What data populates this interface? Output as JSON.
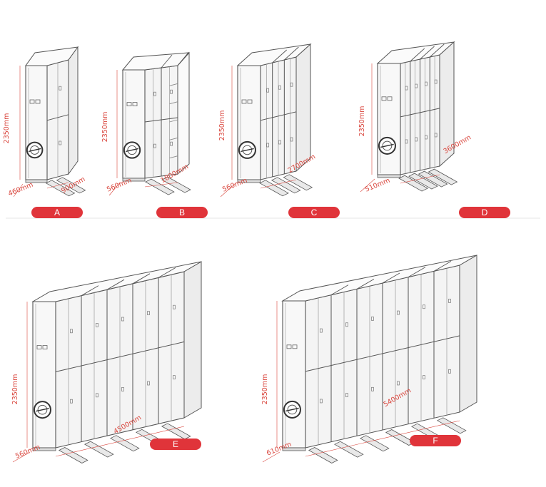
{
  "colors": {
    "accent": "#e0343a",
    "dimension_text": "#d9453c",
    "outline": "#555555",
    "panel_fill": "#f4f4f4",
    "divider": "#e4e4e4"
  },
  "units": [
    {
      "id": "A",
      "label": "A",
      "height_label": "2350mm",
      "depth_label": "460mm",
      "width_label": "900mm",
      "sections": 1,
      "doors_per_section": 2,
      "has_handwheel": true,
      "open_door": false
    },
    {
      "id": "B",
      "label": "B",
      "height_label": "2350mm",
      "depth_label": "560mm",
      "width_label": "1800mm",
      "sections": 2,
      "doors_per_section": 2,
      "has_handwheel": true,
      "open_door": true
    },
    {
      "id": "C",
      "label": "C",
      "height_label": "2350mm",
      "depth_label": "560mm",
      "width_label": "2700mm",
      "sections": 3,
      "doors_per_section": 2,
      "has_handwheel": true,
      "open_door": false
    },
    {
      "id": "D",
      "label": "D",
      "height_label": "2350mm",
      "depth_label": "510mm",
      "width_label": "3600mm",
      "sections": 4,
      "doors_per_section": 2,
      "has_handwheel": true,
      "open_door": false
    },
    {
      "id": "E",
      "label": "E",
      "height_label": "2350mm",
      "depth_label": "560mm",
      "width_label": "4500mm",
      "sections": 5,
      "doors_per_section": 2,
      "has_handwheel": true,
      "open_door": false
    },
    {
      "id": "F",
      "label": "F",
      "height_label": "2350mm",
      "depth_label": "610mm",
      "width_label": "5400mm",
      "sections": 6,
      "doors_per_section": 2,
      "has_handwheel": true,
      "open_door": false
    }
  ]
}
